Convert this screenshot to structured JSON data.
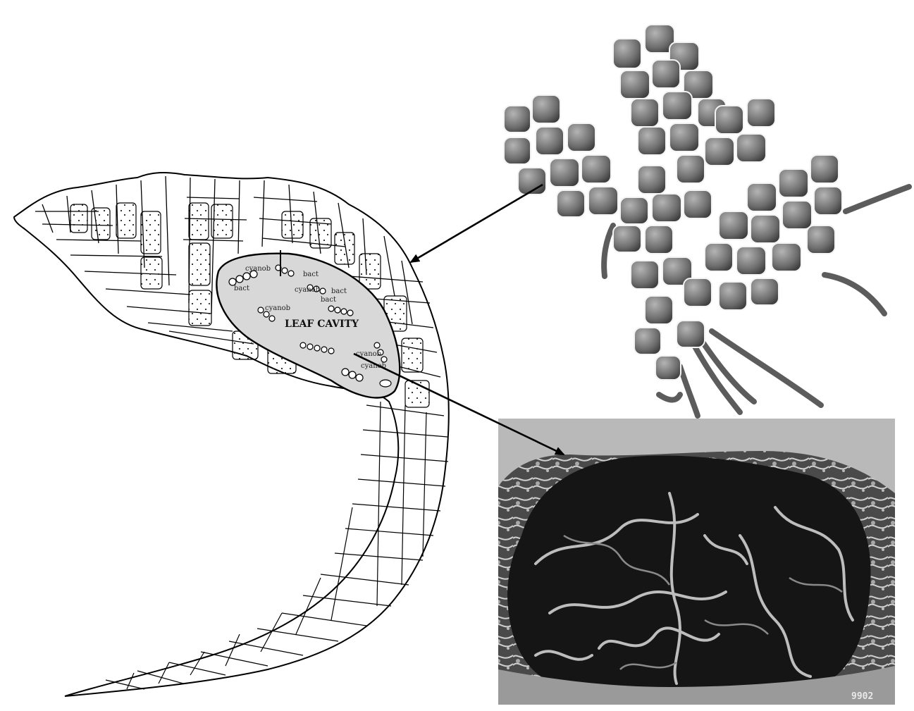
{
  "diagram": {
    "leaf_section": {
      "cavity_label": "LEAF CAVITY",
      "inner_labels": [
        "cyanob",
        "bact",
        "cyanob",
        "bact",
        "cyanob",
        "bact",
        "cyanob",
        "bact",
        "cyanob"
      ]
    },
    "sem_image": {
      "code": "9902"
    },
    "colors": {
      "line": "#000000",
      "cell_fill": "#ffffff",
      "cavity_fill": "#d8d8d8",
      "plant_fill": "#7a7a7a",
      "sem_dark": "#1a1a1a"
    },
    "icons": [
      "leaf-cross-section-drawing",
      "azolla-plant-illustration",
      "sem-micrograph",
      "arrow-icon"
    ]
  }
}
